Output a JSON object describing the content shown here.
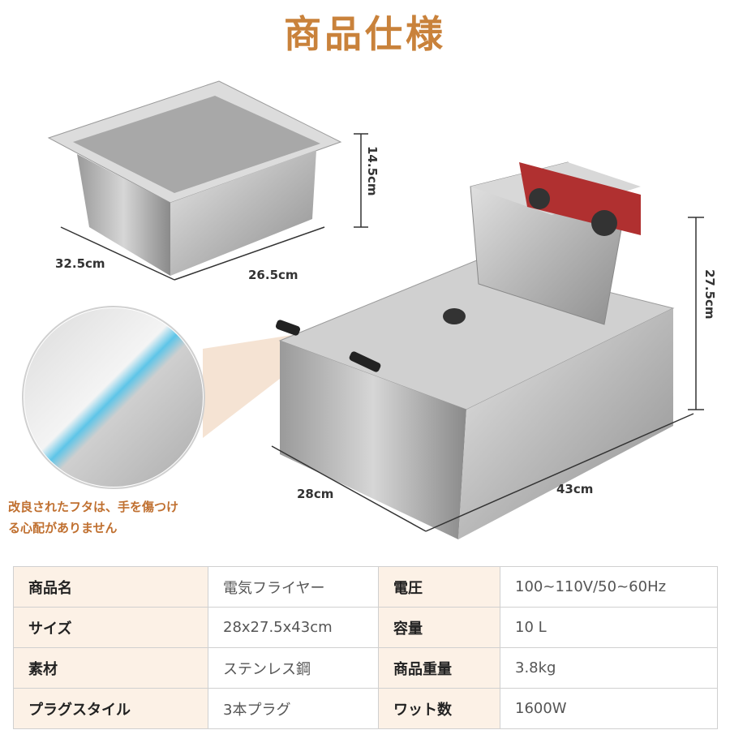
{
  "title": "商品仕様",
  "dimensions": {
    "basket_height": "14.5cm",
    "basket_width": "32.5cm",
    "basket_depth": "26.5cm",
    "fryer_height": "27.5cm",
    "fryer_depth": "28cm",
    "fryer_width": "43cm"
  },
  "caption": {
    "line1": "改良されたフタは、手を傷つけ",
    "line2": "る心配がありません"
  },
  "specs": [
    {
      "label_a": "商品名",
      "value_a": "電気フライヤー",
      "label_b": "電圧",
      "value_b": "100~110V/50~60Hz"
    },
    {
      "label_a": "サイズ",
      "value_a": "28x27.5x43cm",
      "label_b": "容量",
      "value_b": "10 L"
    },
    {
      "label_a": "素材",
      "value_a": "ステンレス鋼",
      "label_b": "商品重量",
      "value_b": "3.8kg"
    },
    {
      "label_a": "プラグスタイル",
      "value_a": "3本プラグ",
      "label_b": "ワット数",
      "value_b": "1600W"
    }
  ],
  "colors": {
    "title": "#c9823b",
    "caption": "#c07030",
    "label_bg": "#fcf1e6",
    "border": "#d0d0d0"
  }
}
